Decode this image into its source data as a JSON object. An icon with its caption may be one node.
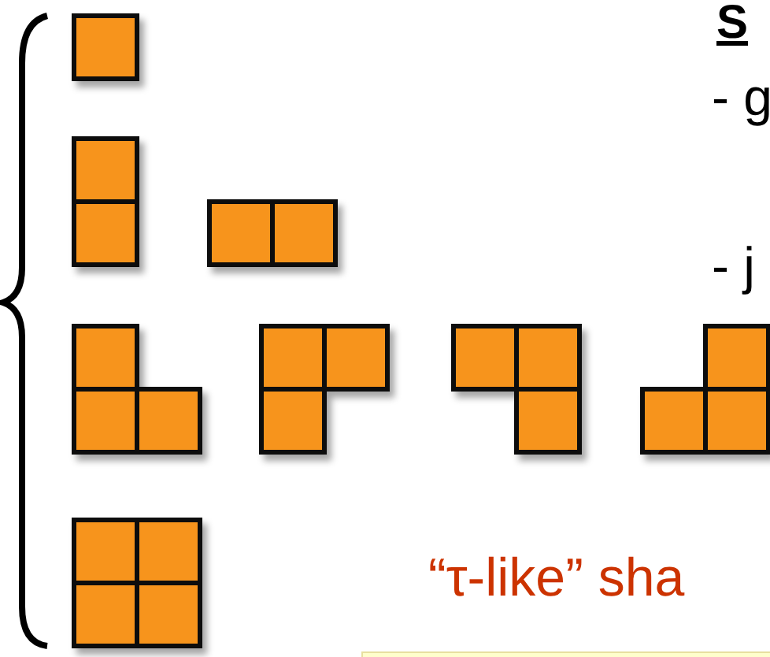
{
  "diagram": {
    "labels": [
      "S",
      "- g",
      "- j",
      "“τ-like” sha"
    ]
  }
}
